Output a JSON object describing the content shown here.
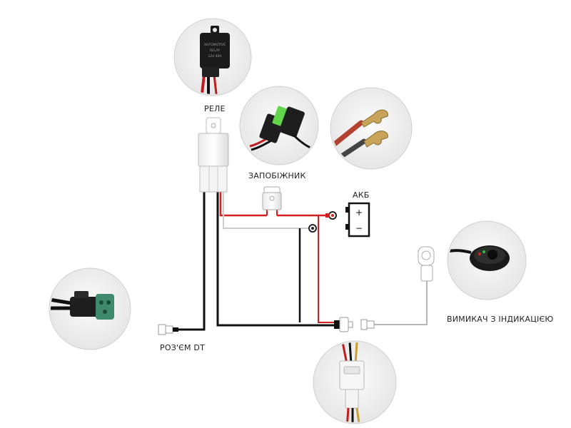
{
  "labels": {
    "relay": "РЕЛЕ",
    "fuse": "ЗАПОБІЖНИК",
    "battery": "АКБ",
    "switch": "ВИМИКАЧ З ІНДИКАЦІЄЮ",
    "dt_connector": "РОЗ'ЄМ DT"
  },
  "relay_photo": {
    "line1": "AUTOMOTIVE",
    "line2": "RELAY",
    "line3": "12V 40A"
  },
  "battery_terminals": {
    "plus": "+",
    "minus": "−"
  },
  "colors": {
    "wire_red": "#d42020",
    "wire_black": "#111111",
    "wire_gray": "#b5b5b5",
    "component_body": "#ffffff",
    "circle_bg": "#f1f1f1",
    "dt_green": "#3f8a6c",
    "fuse_green": "#62d64a"
  }
}
